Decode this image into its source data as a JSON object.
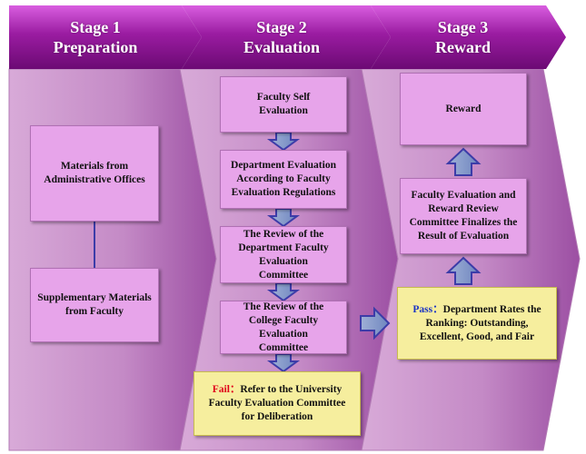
{
  "stages": [
    {
      "title": "Stage 1",
      "subtitle": "Preparation"
    },
    {
      "title": "Stage 2",
      "subtitle": "Evaluation"
    },
    {
      "title": "Stage 3",
      "subtitle": "Reward"
    }
  ],
  "stage1": {
    "materials_admin": "Materials from Administrative Offices",
    "materials_faculty": "Supplementary Materials from Faculty"
  },
  "stage2": {
    "self_eval": "Faculty Self Evaluation",
    "dept_eval": "Department Evaluation According to Faculty Evaluation Regulations",
    "dept_review": "The Review of the Department Faculty Evaluation Committee",
    "college_review": "The Review of the College Faculty Evaluation Committee",
    "fail_label": "Fail：",
    "fail_text": "Refer to the University Faculty Evaluation Committee for Deliberation"
  },
  "stage3": {
    "pass_label": "Pass：",
    "pass_text": "Department Rates the Ranking: Outstanding, Excellent, Good, and Fair",
    "committee_finalize": "Faculty Evaluation and Reward Review Committee Finalizes the Result of Evaluation",
    "reward": "Reward"
  },
  "colors": {
    "header_purple": "#8a158f",
    "panel_purple": "#c88dc8",
    "box_pink": "#e7a4ea",
    "box_yellow": "#f6ee9e",
    "arrow_blue": "#3c3ca8"
  }
}
